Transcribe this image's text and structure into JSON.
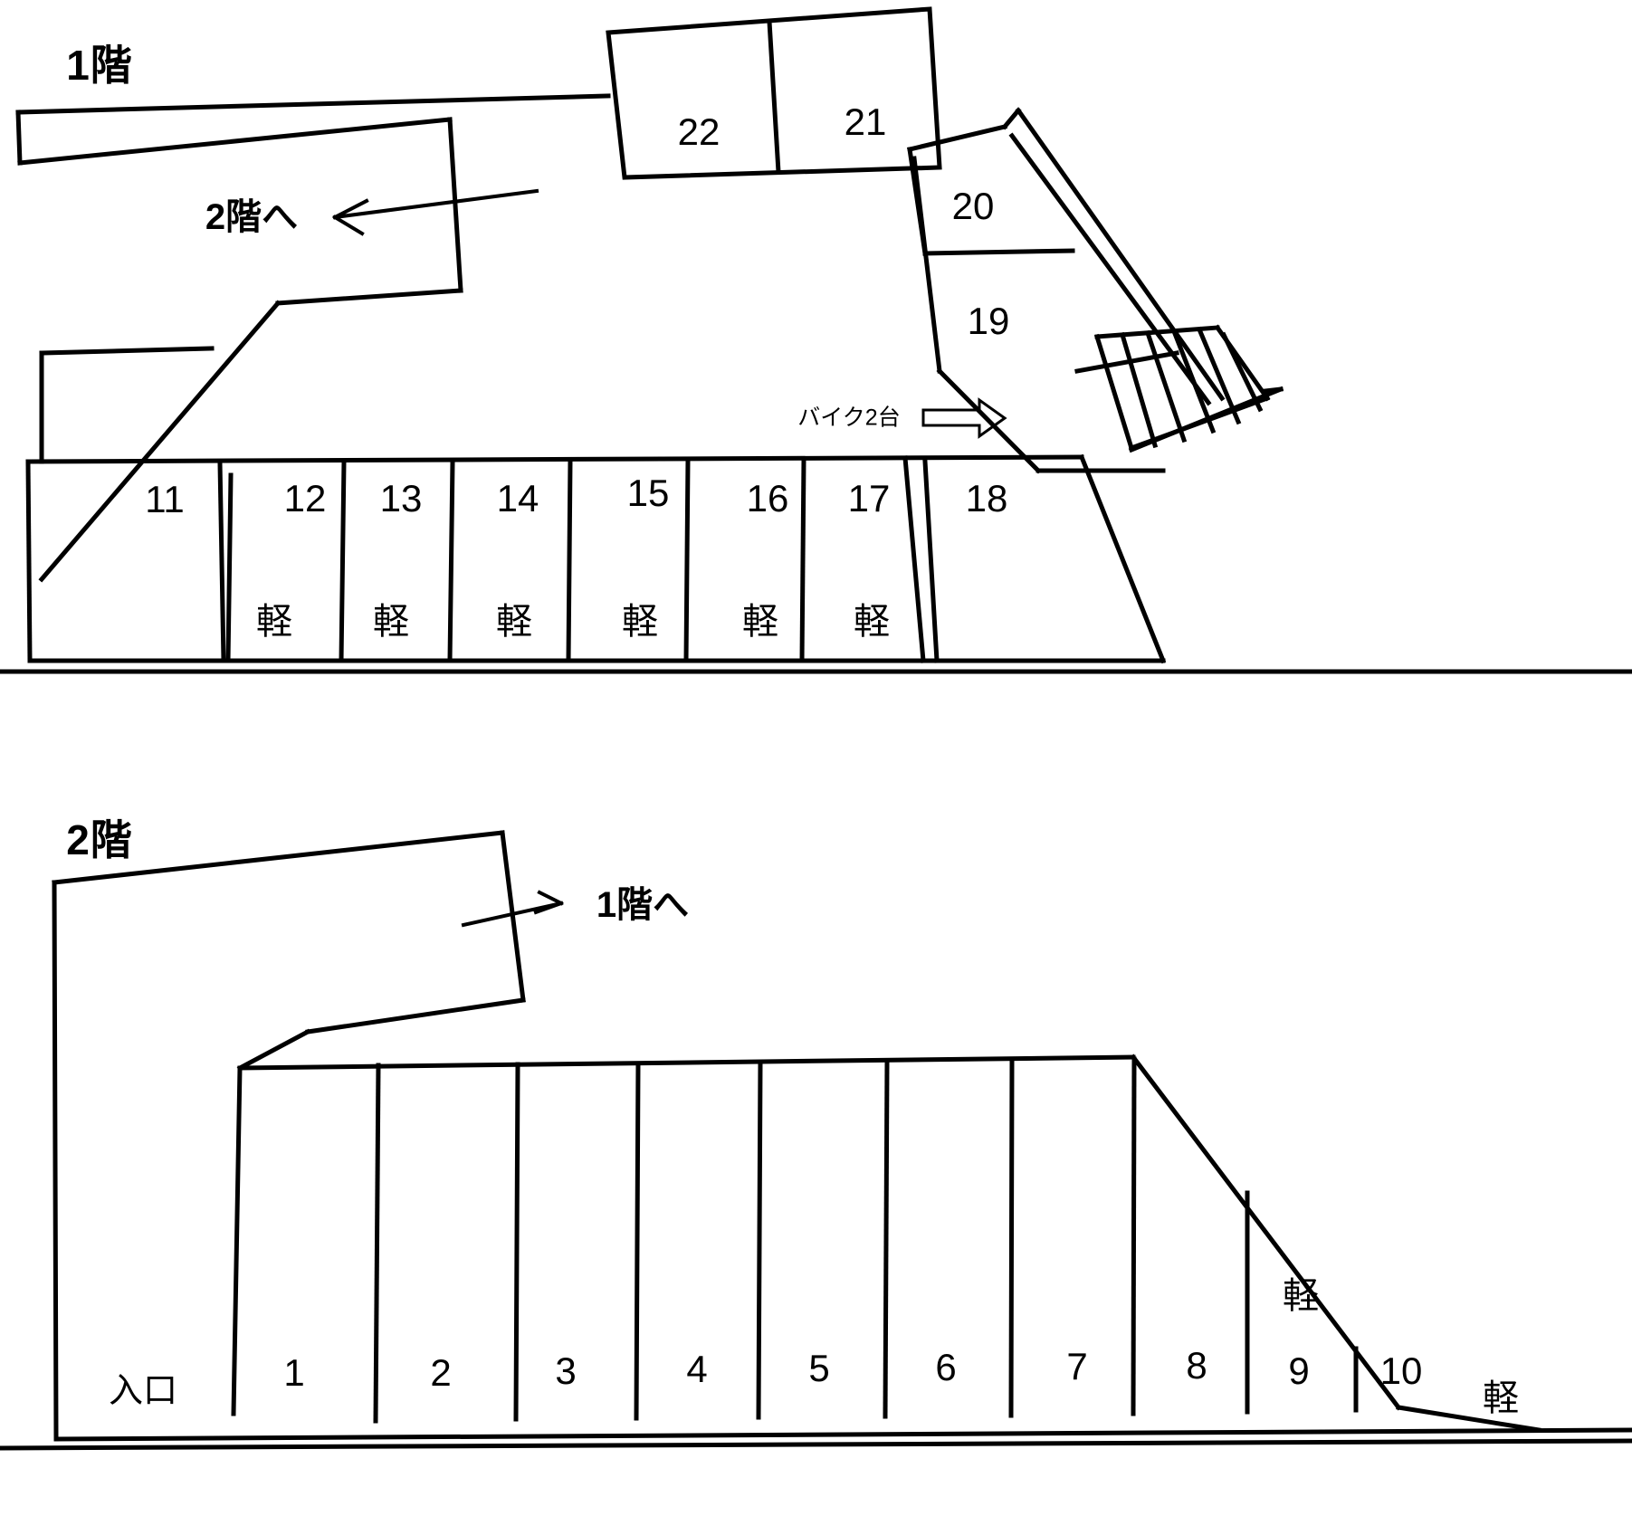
{
  "diagram": {
    "type": "parking-lot-floor-plan",
    "line_color": "#000000",
    "background_color": "#ffffff"
  },
  "floor1": {
    "title": "1階",
    "ramp_label": "2階へ",
    "bike_label": "バイク2台",
    "stalls_row": [
      {
        "number": "11",
        "kei": ""
      },
      {
        "number": "12",
        "kei": "軽"
      },
      {
        "number": "13",
        "kei": "軽"
      },
      {
        "number": "14",
        "kei": "軽"
      },
      {
        "number": "15",
        "kei": "軽"
      },
      {
        "number": "16",
        "kei": "軽"
      },
      {
        "number": "17",
        "kei": "軽"
      },
      {
        "number": "18",
        "kei": ""
      }
    ],
    "stalls_right": [
      {
        "number": "20"
      },
      {
        "number": "19"
      }
    ],
    "stalls_top": [
      {
        "number": "22"
      },
      {
        "number": "21"
      }
    ]
  },
  "floor2": {
    "title": "2階",
    "ramp_label": "1階へ",
    "entrance_label": "入口",
    "stalls_row": [
      {
        "number": "1",
        "kei": ""
      },
      {
        "number": "2",
        "kei": ""
      },
      {
        "number": "3",
        "kei": ""
      },
      {
        "number": "4",
        "kei": ""
      },
      {
        "number": "5",
        "kei": ""
      },
      {
        "number": "6",
        "kei": ""
      },
      {
        "number": "7",
        "kei": ""
      },
      {
        "number": "8",
        "kei": ""
      },
      {
        "number": "9",
        "kei": "軽"
      },
      {
        "number": "10",
        "kei": "軽"
      }
    ]
  }
}
